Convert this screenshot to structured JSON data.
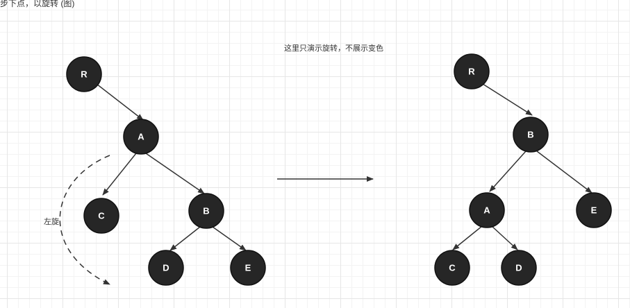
{
  "top_caption": "步下点，以旋转 (图)",
  "note": "这里只演示旋转，不展示变色",
  "rotation_label": "左旋",
  "left_tree": {
    "nodes": [
      "R",
      "A",
      "C",
      "B",
      "D",
      "E"
    ]
  },
  "right_tree": {
    "nodes": [
      "R",
      "B",
      "A",
      "E",
      "C",
      "D"
    ]
  },
  "colors": {
    "node_fill": "#262626",
    "edge": "#333333",
    "grid": "#e6e6e6"
  }
}
